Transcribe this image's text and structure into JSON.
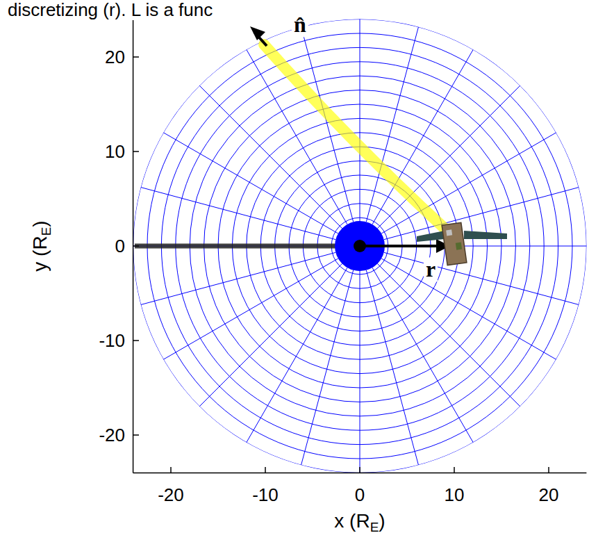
{
  "diagram": {
    "labels": [
      "discretizing (r). L is a func",
      "n̂",
      "r",
      "20",
      "10",
      "0",
      "-10",
      "-20",
      "-20",
      "-10",
      "0",
      "10",
      "20",
      "y (R",
      "E",
      ")",
      "x (R",
      "E",
      ")"
    ]
  }
}
